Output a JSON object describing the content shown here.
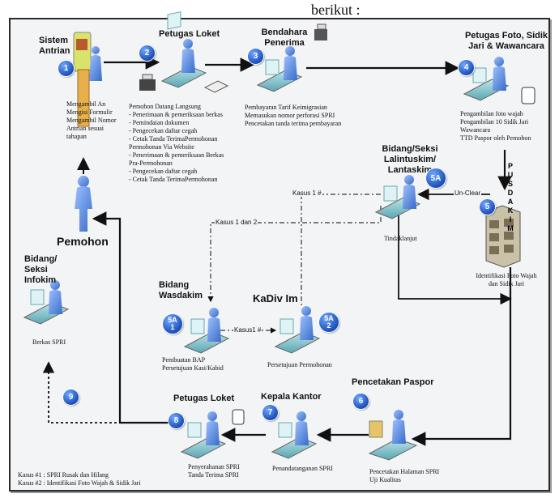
{
  "header_text": "berikut :",
  "nodes": {
    "sistem_antrian": {
      "title": [
        "Sistem",
        "Antrian"
      ],
      "number": "1",
      "notes": [
        "Mengambil An",
        "Mengisi Formulir",
        "Mengambil Nomor",
        "Antrian sesuai",
        "tahapan"
      ]
    },
    "petugas_loket_1": {
      "title": "Petugas Loket",
      "number": "2",
      "notes": [
        "Pemohon Datang Langsung",
        "- Penerimaan & pemeriksaan berkas",
        "- Pemindaian dokumen",
        "- Pengecekan daftar cegah",
        "- Cetak Tanda TerimaPermohonan",
        "Permohonan Via Website",
        "- Penerimaan & pemeriksaan Berkas",
        "Pra-Permohonan",
        "- Pengecekan daftar cegah",
        "- Cetak Tanda TerimaPermohonan"
      ]
    },
    "bendahara": {
      "title": [
        "Bendahara",
        "Penerima"
      ],
      "number": "3",
      "notes": [
        "Pembayaran Tarif Keimigrasian",
        "Memasukan nomor perforasi SPRI",
        "Pencetakan tanda terima pembayaran"
      ]
    },
    "petugas_foto": {
      "title": [
        "Petugas Foto, Sidik",
        "Jari & Wawancara"
      ],
      "number": "4",
      "notes": [
        "Pengambilan foto wajah",
        "Pengambilan 10 Sidik Jari",
        "Wawancara",
        "TTD Paspor oleh Pemohon"
      ]
    },
    "bidang_lalintuskim": {
      "title": [
        "Bidang/Seksi",
        "Lalintuskim/",
        "Lantaskim"
      ],
      "number": "5A",
      "notes": [
        "Tindaklanjut"
      ]
    },
    "pusdakim": {
      "title": [
        "P",
        "U",
        "S",
        "D",
        "A",
        "K",
        "I",
        "M"
      ],
      "number": "5",
      "notes": [
        "Identifikasi Foto Wajah",
        "dan Sidik Jari"
      ]
    },
    "pemohon": {
      "title": "Pemohon"
    },
    "bidang_infokim": {
      "title": [
        "Bidang/",
        "Seksi",
        "Infokim"
      ],
      "notes": [
        "Berkas SPRI"
      ]
    },
    "bidang_wasdakim": {
      "title": [
        "Bidang",
        "Wasdakim"
      ],
      "number": [
        "5A",
        "1"
      ],
      "notes": [
        "Pembuatan BAP",
        "Persetujuan  Kasi/Kabid"
      ]
    },
    "kadiv_im": {
      "title": "KaDiv Im",
      "number": [
        "5A",
        "2"
      ],
      "notes": [
        "Persetujuan Permohonan"
      ]
    },
    "pencetakan_paspor": {
      "title": "Pencetakan Paspor",
      "number": "6",
      "notes": [
        "Pencetakan Halaman SPRI",
        "Uji Kualitas"
      ]
    },
    "kepala_kantor": {
      "title": "Kepala Kantor",
      "number": "7",
      "notes": [
        "Penandatanganan SPRI"
      ]
    },
    "petugas_loket_8": {
      "title": "Petugas Loket",
      "number": "8",
      "notes": [
        "Penyerahanan SPRI",
        "Tanda Terima SPRI"
      ]
    },
    "step9": {
      "number": "9"
    }
  },
  "edge_labels": {
    "unclear": "Un-Clear",
    "kasus1_top": "Kasus 1 #",
    "kasus1dan2": "Kasus 1 dan 2",
    "kasus1_mid": "Kasus1 #"
  },
  "footnotes": [
    "Kasus #1 : SPRI Rusak dan Hilang",
    "Kasus #2 : Identifikasi Foto Wajah & Sidik Jari"
  ],
  "colors": {
    "badge_blue": "#1c4fb8",
    "person_blue": "#4f7fd6",
    "desk_teal": "#5aa7b2",
    "line": "#111111"
  }
}
